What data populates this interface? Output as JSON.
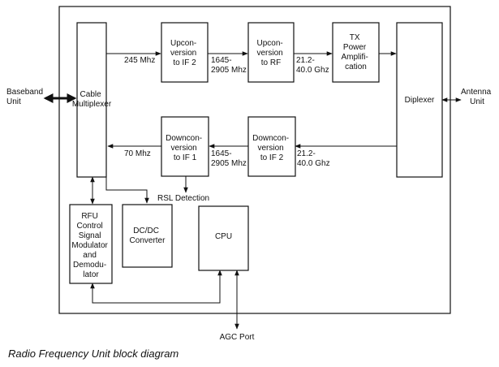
{
  "caption": "Radio Frequency Unit block diagram",
  "blocks": {
    "cable_mux": [
      "Cable",
      "Multiplexer"
    ],
    "upconv_if2": [
      "Upcon-",
      "version",
      "to IF 2"
    ],
    "upconv_rf": [
      "Upcon-",
      "version",
      "to RF"
    ],
    "tx_power": [
      "TX",
      "Power",
      "Amplifi-",
      "cation"
    ],
    "diplexer": [
      "Diplexer"
    ],
    "downconv_if1": [
      "Downcon-",
      "version",
      "to IF 1"
    ],
    "downconv_if2": [
      "Downcon-",
      "version",
      "to IF 2"
    ],
    "rfu_control": [
      "RFU",
      "Control",
      "Signal",
      "Modulator",
      "and",
      "Demodu-",
      "lator"
    ],
    "dcdc": [
      "DC/DC",
      "Converter"
    ],
    "cpu": [
      "CPU"
    ]
  },
  "labels": {
    "baseband": [
      "Baseband",
      "Unit"
    ],
    "antenna": [
      "Antenna",
      "Unit"
    ],
    "f_245": [
      "245 Mhz"
    ],
    "f_1645_up": [
      "1645-",
      "2905 Mhz"
    ],
    "f_212_up": [
      "21.2-",
      "40.0 Ghz"
    ],
    "f_70": [
      "70 Mhz"
    ],
    "f_1645_down": [
      "1645-",
      "2905 Mhz"
    ],
    "f_212_down": [
      "21.2-",
      "40.0 Ghz"
    ],
    "rsl": [
      "RSL Detection"
    ],
    "agc": [
      "AGC Port"
    ]
  }
}
